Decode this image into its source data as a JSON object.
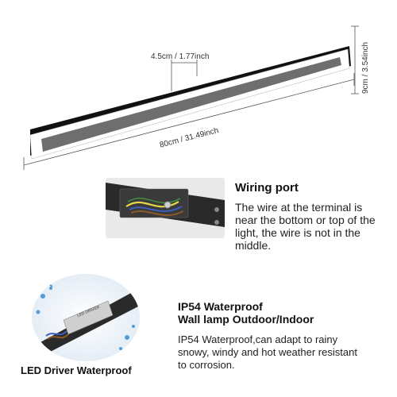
{
  "dimensions": {
    "depth_label": "4.5cm / 1.77inch",
    "height_label": "9cm / 3.54inch",
    "length_label": "80cm / 31.49inch"
  },
  "wiring": {
    "title": "Wiring port",
    "description": "The wire at the terminal is near the bottom or top of the light, the wire is not in the middle."
  },
  "waterproof": {
    "title_line1": "IP54 Waterproof",
    "title_line2": "Wall lamp Outdoor/Indoor",
    "description": "IP54 Waterproof,can adapt to rainy snowy, windy and hot weather resistant to corrosion."
  },
  "driver": {
    "caption": "LED Driver Waterproof",
    "box_label": "LED DRIVER"
  },
  "colors": {
    "lamp_frame": "#ffffff",
    "lamp_panel": "#6e6e6e",
    "lamp_shadow": "#1a1a1a",
    "water": "#3a8fd6"
  }
}
